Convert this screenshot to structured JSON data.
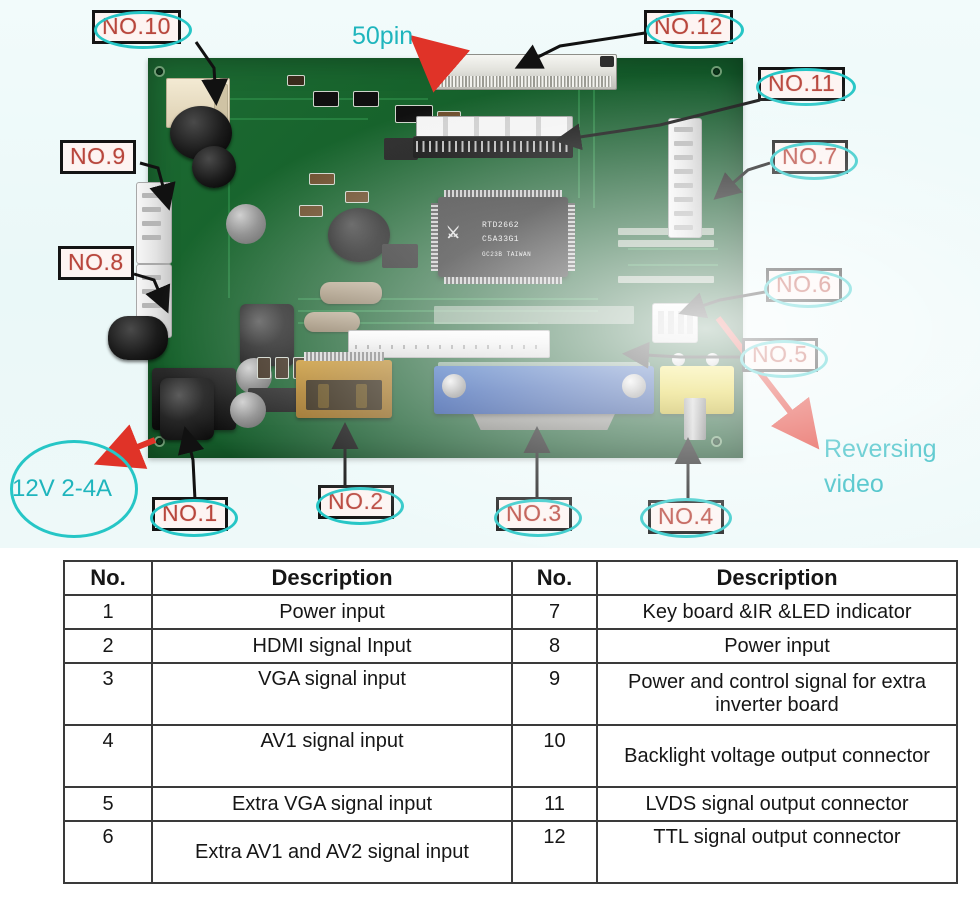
{
  "photo": {
    "board_chip_label_line1": "RTD2662",
    "board_chip_label_line2": "C5A33G1",
    "board_chip_label_line3": "GC23B TAIWAN",
    "annotations": [
      {
        "id": "no10",
        "text": "NO.10",
        "ellipse": true
      },
      {
        "id": "no12",
        "text": "NO.12",
        "ellipse": true
      },
      {
        "id": "no11",
        "text": "NO.11",
        "ellipse": true
      },
      {
        "id": "no9",
        "text": "NO.9",
        "ellipse": false
      },
      {
        "id": "no8",
        "text": "NO.8",
        "ellipse": false
      },
      {
        "id": "no7",
        "text": "NO.7",
        "ellipse": true
      },
      {
        "id": "no6",
        "text": "NO.6",
        "ellipse": true
      },
      {
        "id": "no5",
        "text": "NO.5",
        "ellipse": true
      },
      {
        "id": "no1",
        "text": "NO.1",
        "ellipse": true
      },
      {
        "id": "no2",
        "text": "NO.2",
        "ellipse": true
      },
      {
        "id": "no3",
        "text": "NO.3",
        "ellipse": true
      },
      {
        "id": "no4",
        "text": "NO.4",
        "ellipse": true
      }
    ],
    "callouts": {
      "fifty_pin": "50pin",
      "power_rating": "12V 2-4A",
      "reversing_video_line1": "Reversing",
      "reversing_video_line2": "video"
    },
    "colors": {
      "label_text": "#b8463c",
      "label_border": "#141414",
      "cyan": "#1fb5bd",
      "arrow_red": "#e03328",
      "pcb_green": "#17632c"
    }
  },
  "table": {
    "headers": [
      "No.",
      "Description",
      "No.",
      "Description"
    ],
    "rows": [
      {
        "left_no": "1",
        "left_desc": "Power input",
        "right_no": "7",
        "right_desc": "Key board &IR &LED indicator",
        "tall": false
      },
      {
        "left_no": "2",
        "left_desc": "HDMI signal Input",
        "right_no": "8",
        "right_desc": "Power input",
        "tall": false
      },
      {
        "left_no": "3",
        "left_desc": "VGA signal input",
        "right_no": "9",
        "right_desc": "Power and control signal for extra inverter board",
        "tall": true
      },
      {
        "left_no": "4",
        "left_desc": "AV1 signal input",
        "right_no": "10",
        "right_desc": "Backlight voltage output connector",
        "tall": true
      },
      {
        "left_no": "5",
        "left_desc": "Extra VGA signal input",
        "right_no": "11",
        "right_desc": "LVDS signal output connector",
        "tall": false
      },
      {
        "left_no": "6",
        "left_desc": "Extra AV1 and AV2 signal input",
        "right_no": "12",
        "right_desc": "TTL signal output connector",
        "tall": true
      }
    ]
  }
}
